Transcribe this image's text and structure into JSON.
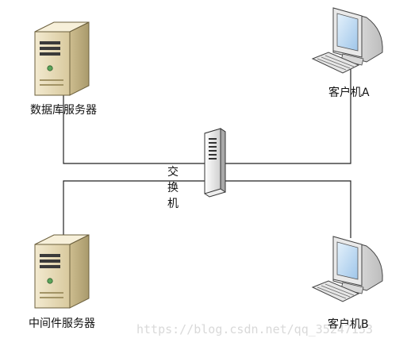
{
  "nodes": {
    "database_server": {
      "label": "数据库服务器",
      "icon": "server-icon"
    },
    "middleware_server": {
      "label": "中间件服务器",
      "icon": "server-icon"
    },
    "client_a": {
      "label": "客户机A",
      "icon": "computer-icon"
    },
    "client_b": {
      "label": "客户机B",
      "icon": "computer-icon"
    },
    "switch": {
      "label_chars": [
        "交",
        "换",
        "机"
      ],
      "icon": "switch-icon"
    }
  },
  "edges": [
    {
      "from": "database_server",
      "to": "switch"
    },
    {
      "from": "client_a",
      "to": "switch"
    },
    {
      "from": "middleware_server",
      "to": "switch"
    },
    {
      "from": "client_b",
      "to": "switch"
    }
  ],
  "watermark": "https://blog.csdn.net/qq_35247153",
  "colors": {
    "server_beige": "#e8dcb8",
    "server_shadow": "#c2b48a",
    "monitor_blue": "#bcd9f2",
    "line": "#222222",
    "watermark": "#d9d9d9"
  }
}
